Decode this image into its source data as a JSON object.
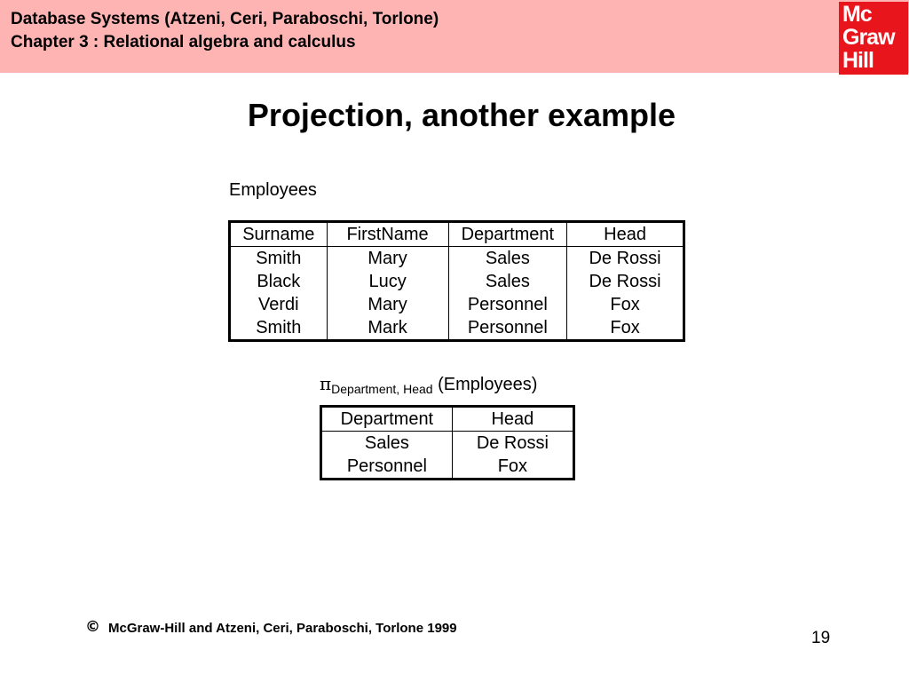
{
  "header": {
    "title": "Database Systems (Atzeni, Ceri, Paraboschi, Torlone)",
    "chapter": "Chapter 3 : Relational algebra and calculus",
    "logo_lines": [
      "Mc",
      "Graw",
      "Hill"
    ],
    "colors": {
      "band": "#ffb4b4",
      "logo": "#e8151c"
    }
  },
  "slide": {
    "title": "Projection, another example"
  },
  "employees": {
    "name": "Employees",
    "columns": [
      "Surname",
      "FirstName",
      "Department",
      "Head"
    ],
    "rows": [
      [
        "Smith",
        "Mary",
        "Sales",
        "De Rossi"
      ],
      [
        "Black",
        "Lucy",
        "Sales",
        "De Rossi"
      ],
      [
        "Verdi",
        "Mary",
        "Personnel",
        "Fox"
      ],
      [
        "Smith",
        "Mark",
        "Personnel",
        "Fox"
      ]
    ]
  },
  "expression": {
    "operator": "π",
    "subscript": "Department, Head",
    "argument": "(Employees)"
  },
  "result": {
    "columns": [
      "Department",
      "Head"
    ],
    "rows": [
      [
        "Sales",
        "De Rossi"
      ],
      [
        "Personnel",
        "Fox"
      ]
    ]
  },
  "footer": {
    "copyright_symbol": "©",
    "text": "McGraw-Hill and Atzeni, Ceri, Paraboschi, Torlone 1999",
    "page_number": "19"
  }
}
